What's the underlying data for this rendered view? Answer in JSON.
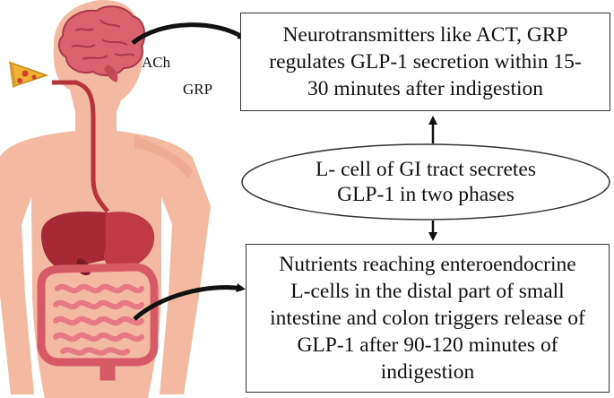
{
  "diagram": {
    "top_box": {
      "lines": [
        "Neurotransmitters like ACT, GRP",
        "regulates  GLP-1 secretion within 15-",
        "30 minutes after indigestion"
      ]
    },
    "ellipse": {
      "lines": [
        "L- cell of GI tract secretes",
        "GLP-1 in two phases"
      ]
    },
    "bottom_box": {
      "lines": [
        "Nutrients reaching enteroendocrine",
        "L-cells in the distal part of small",
        "intestine and colon triggers release of",
        "GLP-1 after 90-120 minutes of",
        "indigestion"
      ]
    },
    "labels": {
      "ach": "ACh",
      "grp": "GRP"
    }
  },
  "colors": {
    "skin": "#f4b9a1",
    "skin_shadow": "#e9a58a",
    "brain": "#d9626e",
    "brain_dark": "#a93a49",
    "liver": "#a52a35",
    "stomach": "#c03a46",
    "intestine": "#e57a82",
    "esophagus": "#b8323c",
    "pizza": "#f2b233",
    "pepperoni": "#d4402f",
    "outline": "#333333"
  },
  "icons": [
    "body-silhouette-icon",
    "brain-icon",
    "pizza-slice-icon",
    "digestive-tract-icon"
  ]
}
